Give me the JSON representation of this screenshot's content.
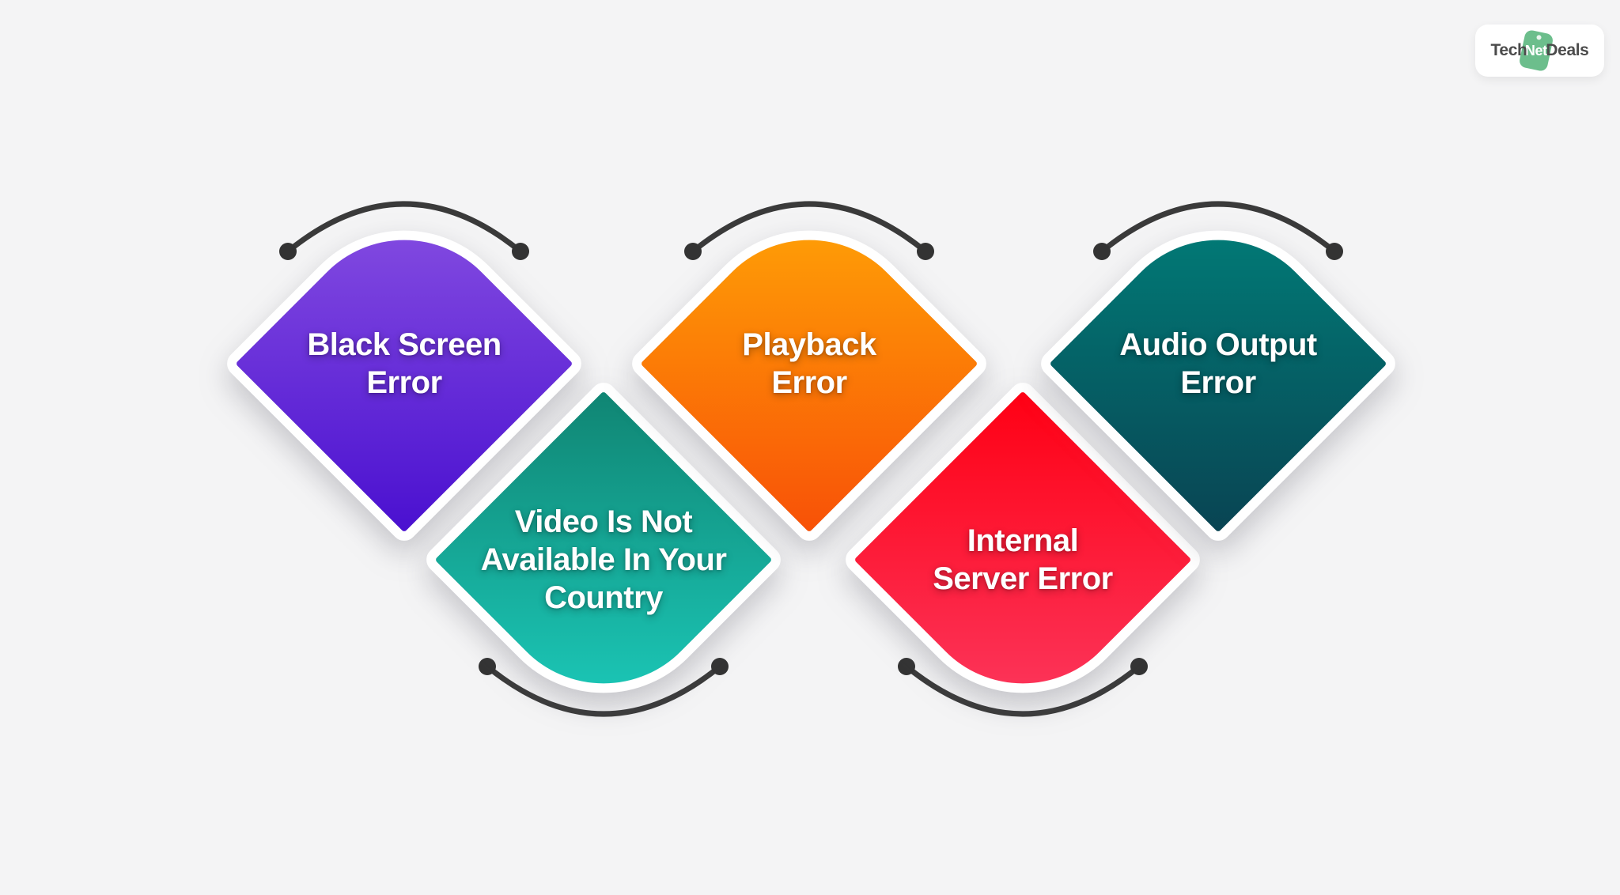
{
  "page": {
    "background": "#f4f4f5"
  },
  "logo": {
    "text_parts": [
      "Tech",
      "Net",
      "Deals"
    ],
    "colors": {
      "tag": "#6cbe8c",
      "text": "#4b4b4b"
    }
  },
  "diagram": {
    "arc_color": "#3a3a3a",
    "dot_color": "#333333",
    "label_text_color": "#ffffff",
    "border_color": "#ffffff",
    "nodes": [
      {
        "name": "black-screen-error",
        "row": "top",
        "label": "Black Screen Error",
        "lines": [
          "Black Screen",
          "Error"
        ],
        "gradient": [
          "#8850e2",
          "#4a10d0"
        ]
      },
      {
        "name": "video-not-available-in-your-country",
        "row": "bottom",
        "label": "Video Is Not Available In Your Country",
        "lines": [
          "Video Is Not",
          "Available In Your",
          "Country"
        ],
        "gradient": [
          "#108573",
          "#1ccdbd"
        ]
      },
      {
        "name": "playback-error",
        "row": "top",
        "label": "Playback Error",
        "lines": [
          "Playback",
          "Error"
        ],
        "gradient": [
          "#ffa606",
          "#f85107"
        ]
      },
      {
        "name": "internal-server-error",
        "row": "bottom",
        "label": "Internal Server Error",
        "lines": [
          "Internal",
          "Server Error"
        ],
        "gradient": [
          "#ff0014",
          "#fb3a61"
        ]
      },
      {
        "name": "audio-output-error",
        "row": "top",
        "label": "Audio Output Error",
        "lines": [
          "Audio Output",
          "Error"
        ],
        "gradient": [
          "#00807a",
          "#094453"
        ]
      }
    ]
  }
}
